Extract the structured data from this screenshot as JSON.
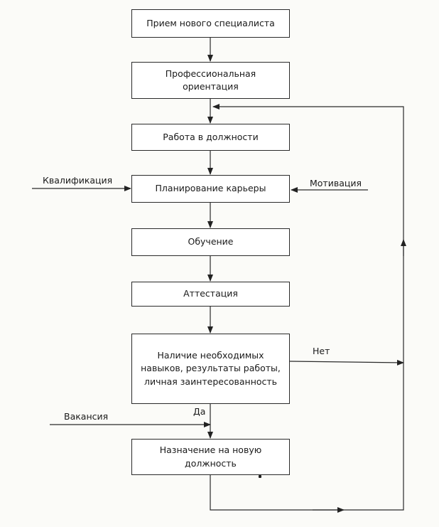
{
  "diagram": {
    "nodes": {
      "hire": "Прием нового специалиста",
      "orientation": "Профессиональная\nориентация",
      "work": "Работа в должности",
      "planning": "Планирование карьеры",
      "training": "Обучение",
      "attestation": "Аттестация",
      "skills_check": "Наличие необходимых\nнавыков, результаты работы,\nличная заинтересованность",
      "appointment": "Назначение на новую\nдолжность"
    },
    "labels": {
      "qualification": "Квалификация",
      "motivation": "Мотивация",
      "no": "Нет",
      "yes": "Да",
      "vacancy": "Вакансия"
    },
    "colors": {
      "line": "#2a2a2a",
      "box_border": "#2a2a2a",
      "background": "#fbfbf8"
    }
  }
}
